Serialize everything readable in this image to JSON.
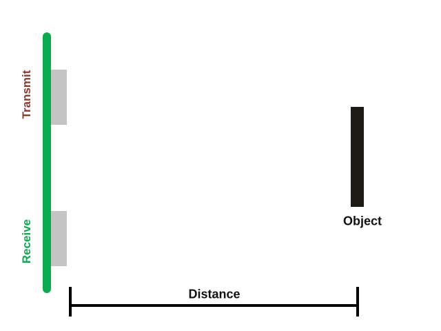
{
  "labels": {
    "transmit": "Transmit",
    "receive": "Receive",
    "object": "Object",
    "distance": "Distance"
  },
  "colors": {
    "sensor_bar": "#0aad4e",
    "transmit_text": "#8b3a2f",
    "receive_text": "#0aad4e",
    "pad": "#c4c4c4",
    "object": "#1e1a14",
    "text": "#111111"
  }
}
